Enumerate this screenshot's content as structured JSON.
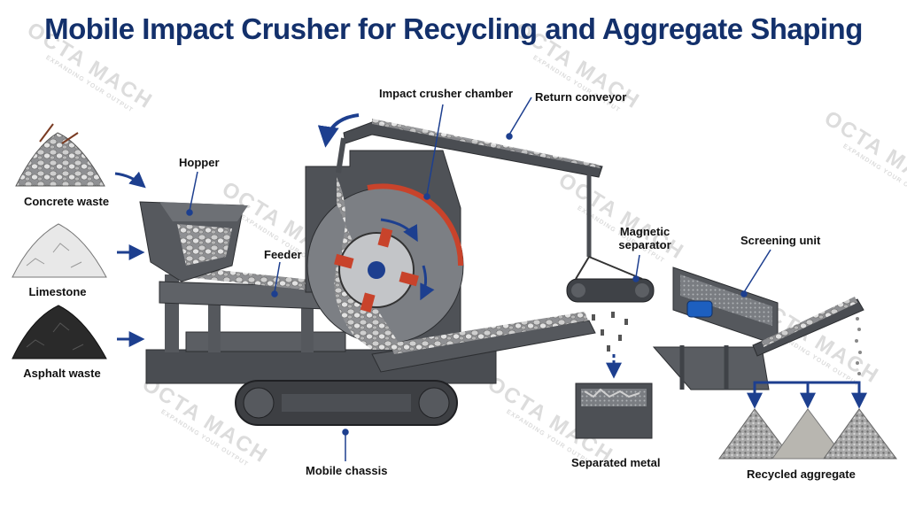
{
  "title": "Mobile Impact Crusher for Recycling and Aggregate Shaping",
  "inputs": [
    {
      "label": "Concrete waste"
    },
    {
      "label": "Limestone"
    },
    {
      "label": "Asphalt waste"
    }
  ],
  "components": {
    "hopper": "Hopper",
    "feeder": "Feeder",
    "impact_chamber": "Impact crusher chamber",
    "return_conveyor": "Return conveyor",
    "magnetic_separator_line1": "Magnetic",
    "magnetic_separator_line2": "separator",
    "screening_unit": "Screening unit",
    "mobile_chassis": "Mobile chassis"
  },
  "outputs": {
    "separated_metal": "Separated metal",
    "recycled_aggregate": "Recycled aggregate"
  },
  "watermark": {
    "brand": "OCTA MACH",
    "tagline": "EXPANDING YOUR OUTPUT"
  },
  "colors": {
    "title": "#13306b",
    "arrow_blue": "#1d3f8f",
    "machine_dark": "#4a4d52",
    "machine_mid": "#6b6f75",
    "rotor_red": "#c8432b",
    "stone_light": "#d9d9d9",
    "asphalt_black": "#2a2a2a"
  }
}
